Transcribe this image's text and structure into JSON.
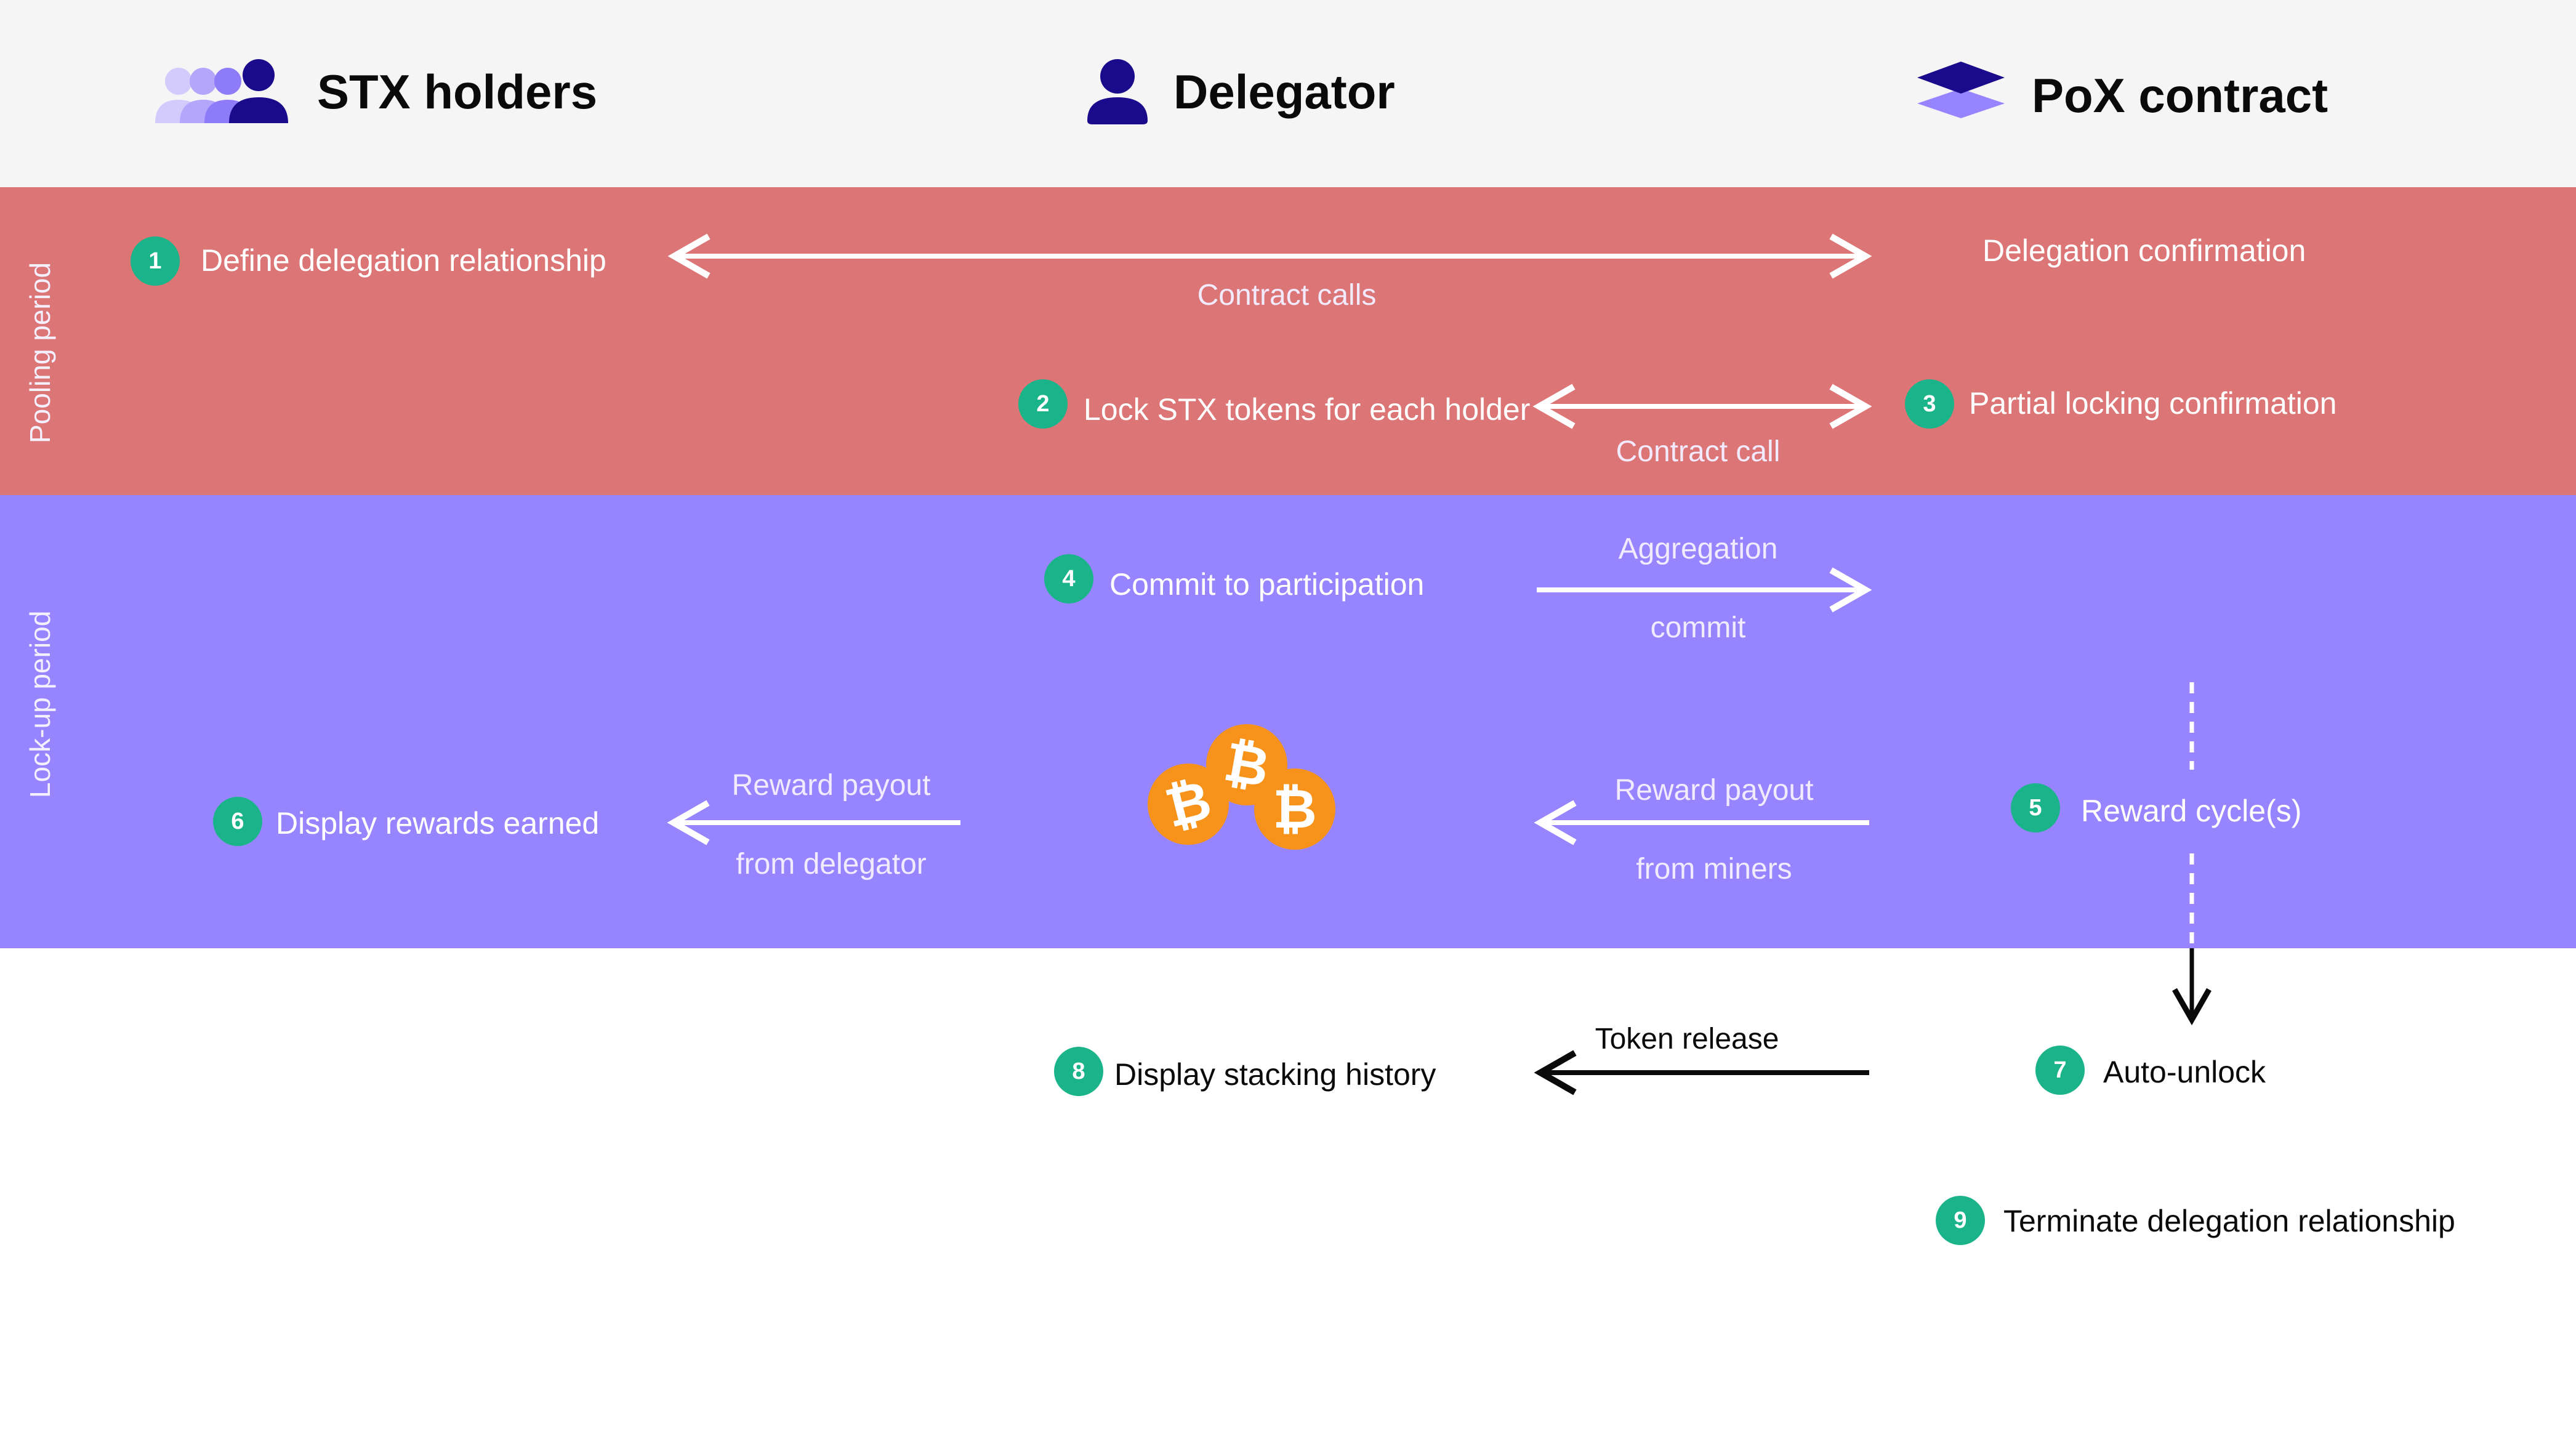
{
  "header": {
    "actors": [
      "STX holders",
      "Delegator",
      "PoX contract"
    ]
  },
  "bands": {
    "pooling_label": "Pooling period",
    "lockup_label": "Lock-up period"
  },
  "steps": [
    {
      "number": "1",
      "text": "Define delegation relationship"
    },
    {
      "number": "2",
      "text": "Lock STX tokens for each holder"
    },
    {
      "number": "3",
      "text": "Partial locking confirmation"
    },
    {
      "number": "4",
      "text": "Commit to participation"
    },
    {
      "number": "5",
      "text": "Reward cycle(s)"
    },
    {
      "number": "6",
      "text": "Display rewards earned"
    },
    {
      "number": "7",
      "text": "Auto-unlock"
    },
    {
      "number": "8",
      "text": "Display stacking history"
    },
    {
      "number": "9",
      "text": "Terminate delegation relationship"
    }
  ],
  "labels": {
    "delegation_confirmation": "Delegation confirmation",
    "contract_calls": "Contract calls",
    "contract_call": "Contract call",
    "aggregation": "Aggregation",
    "commit": "commit",
    "reward_payout_1": "Reward payout",
    "from_delegator": "from delegator",
    "reward_payout_2": "Reward payout",
    "from_miners": "from miners",
    "token_release": "Token release"
  },
  "colors": {
    "pooling_band": "#dc7576",
    "lockup_band": "#9785ff",
    "header_bg": "#f5f5f5",
    "badge": "#1bb48a",
    "bitcoin": "#f7931a",
    "actor_icon": "#1a0a8c"
  },
  "icons": {
    "stx_holders": "people-group-icon",
    "delegator": "person-icon",
    "pox_contract": "layers-icon",
    "bitcoin": "bitcoin-coins-icon"
  }
}
